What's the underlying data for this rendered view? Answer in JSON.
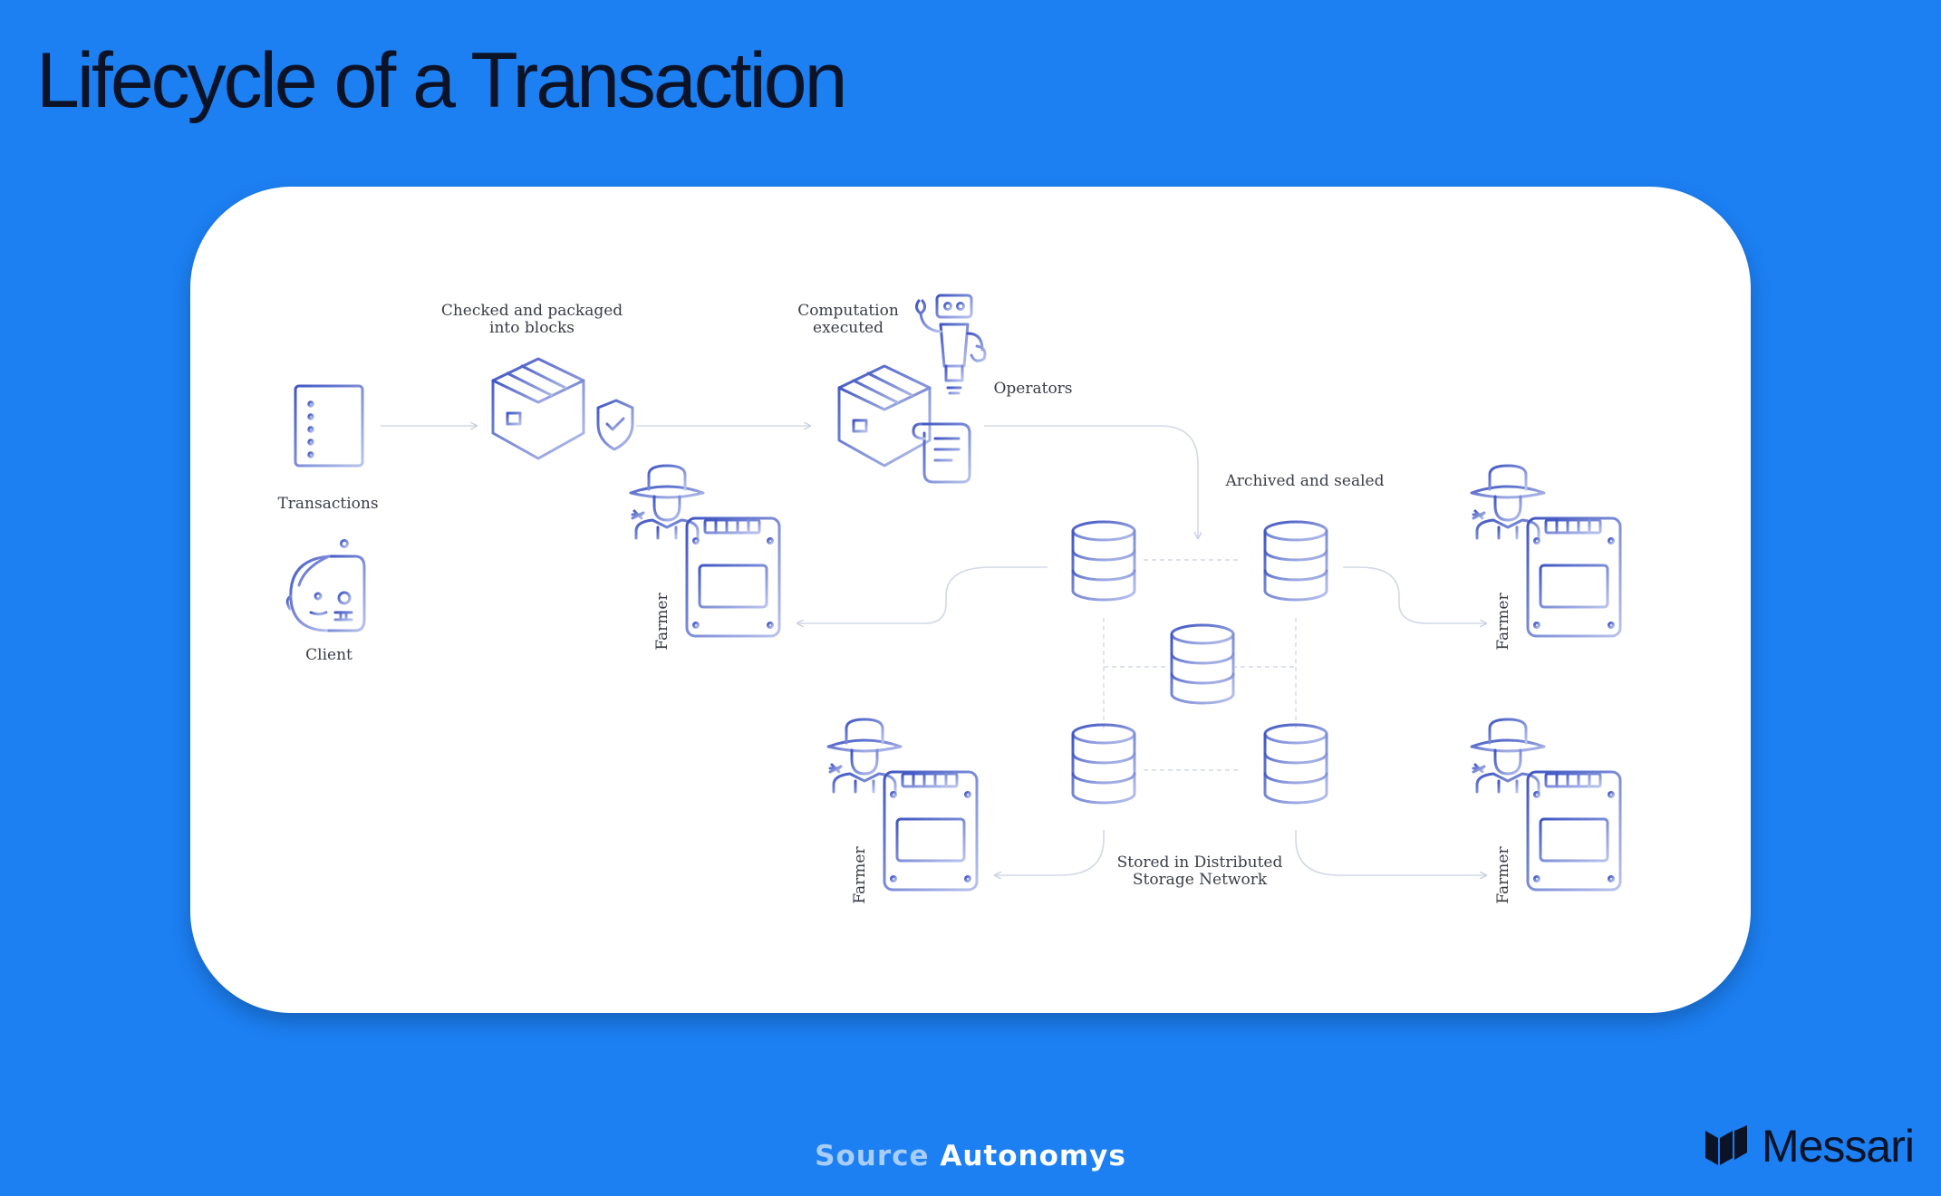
{
  "title": "Lifecycle of a Transaction",
  "nodes": {
    "transactions": "Transactions",
    "client": "Client",
    "checked_l1": "Checked and packaged",
    "checked_l2": "into blocks",
    "computation_l1": "Computation",
    "computation_l2": "executed",
    "operators": "Operators",
    "archived": "Archived and sealed",
    "stored_l1": "Stored in Distributed",
    "stored_l2": "Storage Network",
    "farmer": "Farmer"
  },
  "footer": {
    "source_key": "Source",
    "source_value": "Autonomys"
  },
  "brand": "Messari",
  "colors": {
    "background": "#1c7ff2",
    "icon_stroke": "#4b5fc7",
    "connector": "#d3d8e6"
  },
  "icons": [
    "document-icon",
    "client-icon",
    "shield-box-icon",
    "robot-icon",
    "scroll-box-icon",
    "database-icon",
    "farmer-icon",
    "storage-drive-icon",
    "messari-logo"
  ]
}
